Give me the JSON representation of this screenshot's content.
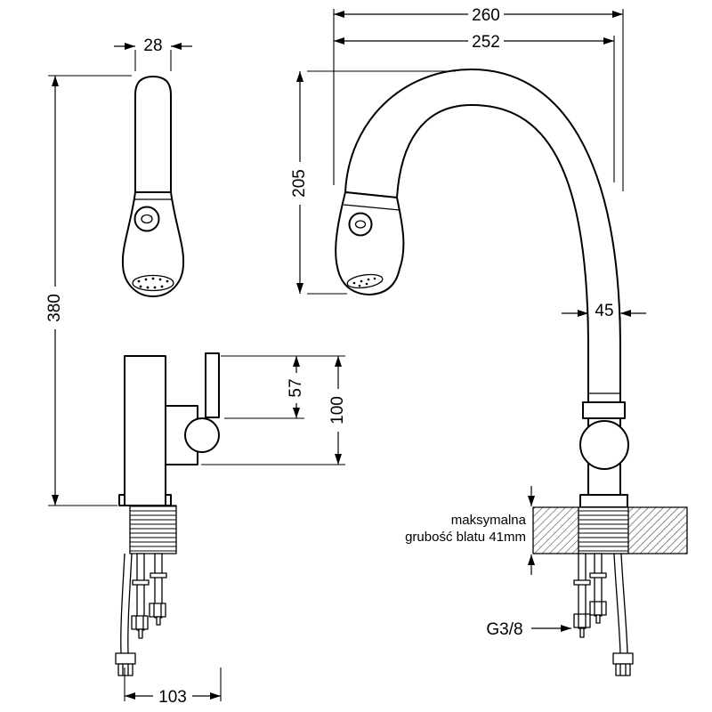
{
  "diagram": {
    "background_color": "#ffffff",
    "line_color": "#000000",
    "front_view": {
      "dim_spout_width": "28",
      "dim_total_height": "380",
      "dim_handle_height": "57",
      "dim_body_height": "100",
      "dim_base_width": "103"
    },
    "side_view": {
      "dim_overall_depth": "260",
      "dim_spout_reach": "252",
      "dim_spout_height": "205",
      "dim_pipe_width": "45",
      "note_counter_line1": "maksymalna",
      "note_counter_line2": "grubość blatu 41mm",
      "label_connection_thread": "G3/8"
    }
  }
}
